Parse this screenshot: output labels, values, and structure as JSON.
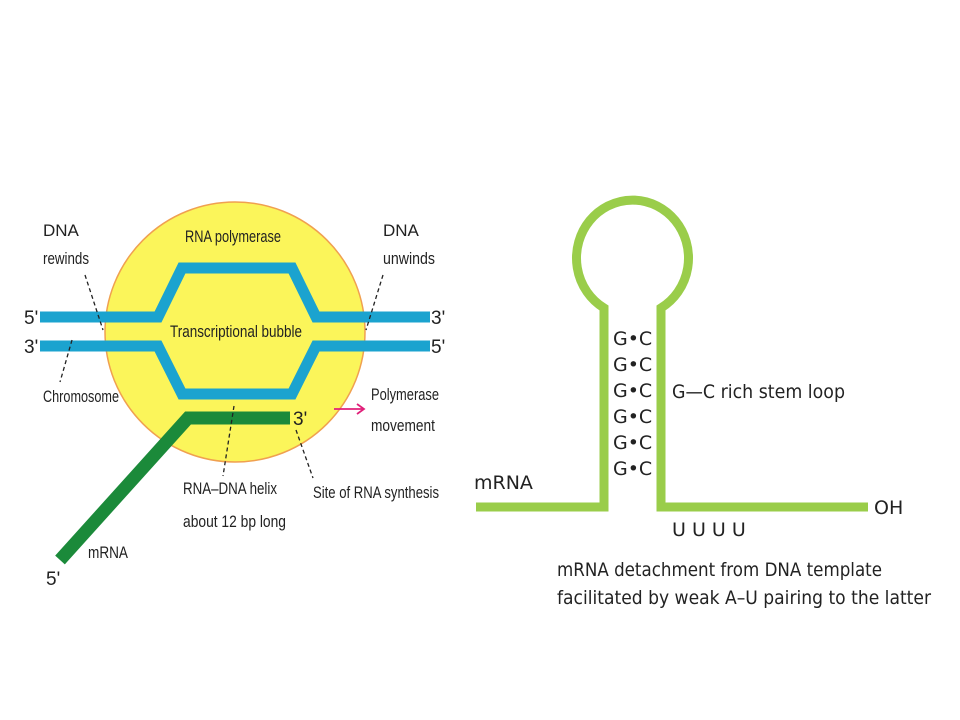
{
  "colors": {
    "dna": "#1ba3cf",
    "polymerase_fill": "#fbf55a",
    "polymerase_edge": "#f0a050",
    "rna_strand": "#1b8a3a",
    "stem_loop": "#9acd4a",
    "arrow": "#e0207a"
  },
  "left": {
    "polymerase_label": "RNA polymerase",
    "bubble_label": "Transcriptional bubble",
    "dna_rewinds": [
      "DNA",
      "rewinds"
    ],
    "dna_unwinds": [
      "DNA",
      "unwinds"
    ],
    "chromosome": "Chromosome",
    "polymerase_movement": [
      "Polymerase",
      "movement"
    ],
    "helix_label": [
      "RNA–DNA helix",
      "about 12 bp long"
    ],
    "synthesis_label": "Site of RNA synthesis",
    "mrna_label": "mRNA",
    "end_top_left": "5'",
    "end_bottom_left": "3'",
    "end_top_right": "3'",
    "end_bottom_right": "5'",
    "rna_3_end": "3'",
    "rna_5_end": "5'"
  },
  "right": {
    "pairs": [
      "G•C",
      "G•C",
      "G•C",
      "G•C",
      "G•C",
      "G•C"
    ],
    "stem_label": "G—C rich stem loop",
    "mrna_label": "mRNA",
    "oh_label": "OH",
    "u_run": "U U U U",
    "caption": [
      "mRNA detachment from DNA template",
      "facilitated by weak A–U pairing to the latter"
    ]
  }
}
